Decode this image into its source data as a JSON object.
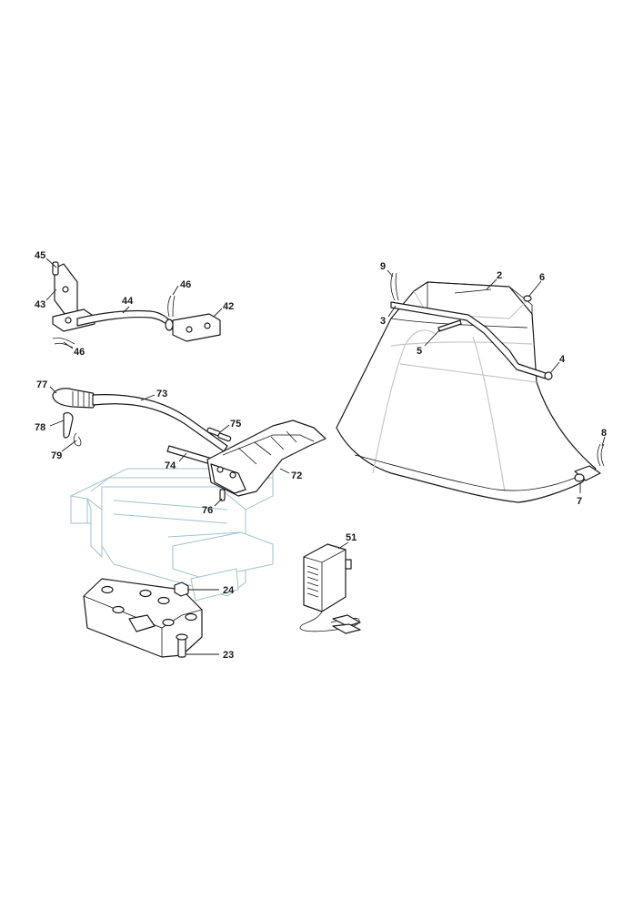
{
  "callouts": [
    {
      "id": "c45",
      "text": "45"
    },
    {
      "id": "c43",
      "text": "43"
    },
    {
      "id": "c44",
      "text": "44"
    },
    {
      "id": "c46a",
      "text": "46"
    },
    {
      "id": "c46b",
      "text": "46"
    },
    {
      "id": "c42",
      "text": "42"
    },
    {
      "id": "c77",
      "text": "77"
    },
    {
      "id": "c73",
      "text": "73"
    },
    {
      "id": "c78",
      "text": "78"
    },
    {
      "id": "c79",
      "text": "79"
    },
    {
      "id": "c75",
      "text": "75"
    },
    {
      "id": "c74",
      "text": "74"
    },
    {
      "id": "c72",
      "text": "72"
    },
    {
      "id": "c76",
      "text": "76"
    },
    {
      "id": "c24",
      "text": "24"
    },
    {
      "id": "c23",
      "text": "23"
    },
    {
      "id": "c51",
      "text": "51"
    },
    {
      "id": "c9",
      "text": "9"
    },
    {
      "id": "c2",
      "text": "2"
    },
    {
      "id": "c6",
      "text": "6"
    },
    {
      "id": "c3",
      "text": "3"
    },
    {
      "id": "c5",
      "text": "5"
    },
    {
      "id": "c4",
      "text": "4"
    },
    {
      "id": "c8",
      "text": "8"
    },
    {
      "id": "c7",
      "text": "7"
    }
  ]
}
